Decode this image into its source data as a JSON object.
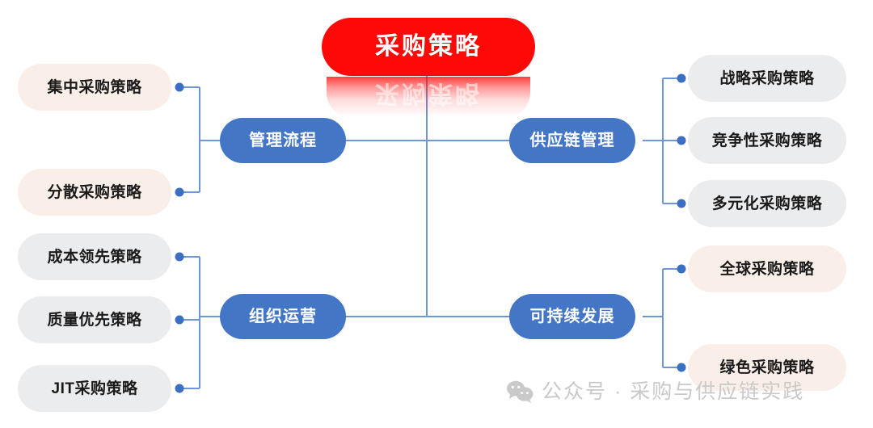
{
  "diagram": {
    "type": "mind-map",
    "root": {
      "label": "采购策略",
      "color": "#FB0A07"
    },
    "branch_color": "#4476C6",
    "connector_color": "#6E95D6",
    "branches": [
      {
        "label": "管理流程",
        "side": "left",
        "leaf_style": "cream",
        "leaves": [
          {
            "label": "集中采购策略"
          },
          {
            "label": "分散采购策略"
          }
        ]
      },
      {
        "label": "组织运营",
        "side": "left",
        "leaf_style": "gray",
        "leaves": [
          {
            "label": "成本领先策略"
          },
          {
            "label": "质量优先策略"
          },
          {
            "label": "JIT采购策略"
          }
        ]
      },
      {
        "label": "供应链管理",
        "side": "right",
        "leaf_style": "gray",
        "leaves": [
          {
            "label": "战略采购策略"
          },
          {
            "label": "竞争性采购策略"
          },
          {
            "label": "多元化采购策略"
          }
        ]
      },
      {
        "label": "可持续发展",
        "side": "right",
        "leaf_style": "cream",
        "leaves": [
          {
            "label": "全球采购策略"
          },
          {
            "label": "绿色采购策略"
          }
        ]
      }
    ]
  },
  "footer": {
    "icon": "wechat-icon",
    "text": "公众号 · 采购与供应链实践"
  }
}
